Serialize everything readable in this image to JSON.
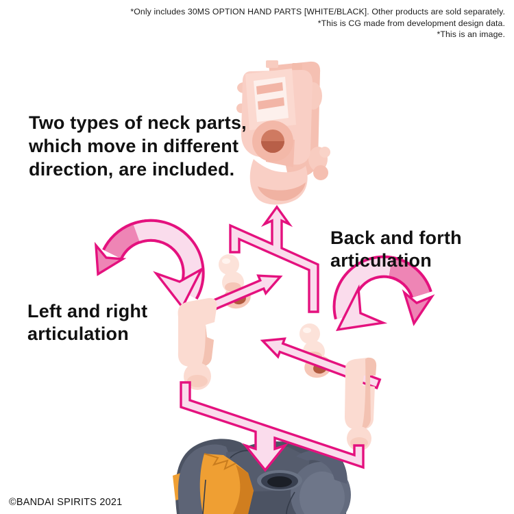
{
  "disclaimer": {
    "line1": "*Only includes 30MS OPTION HAND PARTS [WHITE/BLACK]. Other products are sold separately.",
    "line2": "*This is CG made from development design data.",
    "line3": "*This is an image."
  },
  "heading": {
    "line1": "Two types of neck parts,",
    "line2": "which move in different",
    "line3": "direction, are included."
  },
  "labels": {
    "back_forth": {
      "line1": "Back and forth",
      "line2": "articulation"
    },
    "left_right": {
      "line1": "Left and right",
      "line2": "articulation"
    }
  },
  "copyright": "©BANDAI SPIRITS 2021",
  "figures": {
    "neck_assembly": "neck-joint-assembly-render",
    "neck_joint_a": "ball-joint-neck-part-a",
    "neck_joint_b": "ball-joint-neck-part-b",
    "adapter_left": "neck-adapter-part-left",
    "adapter_right": "neck-adapter-part-right",
    "torso": "torso-body-render"
  },
  "colors": {
    "arrow_outline": "#e4117e",
    "arrow_fill": "#fadcec",
    "arrow_fill_dark": "#ee85b5",
    "part_pink": "#f9cfc5",
    "part_peach": "#fce2d9",
    "torso_gray": "#5d6476",
    "torso_orange": "#ef9f33",
    "text": "#111111",
    "background": "#ffffff"
  }
}
